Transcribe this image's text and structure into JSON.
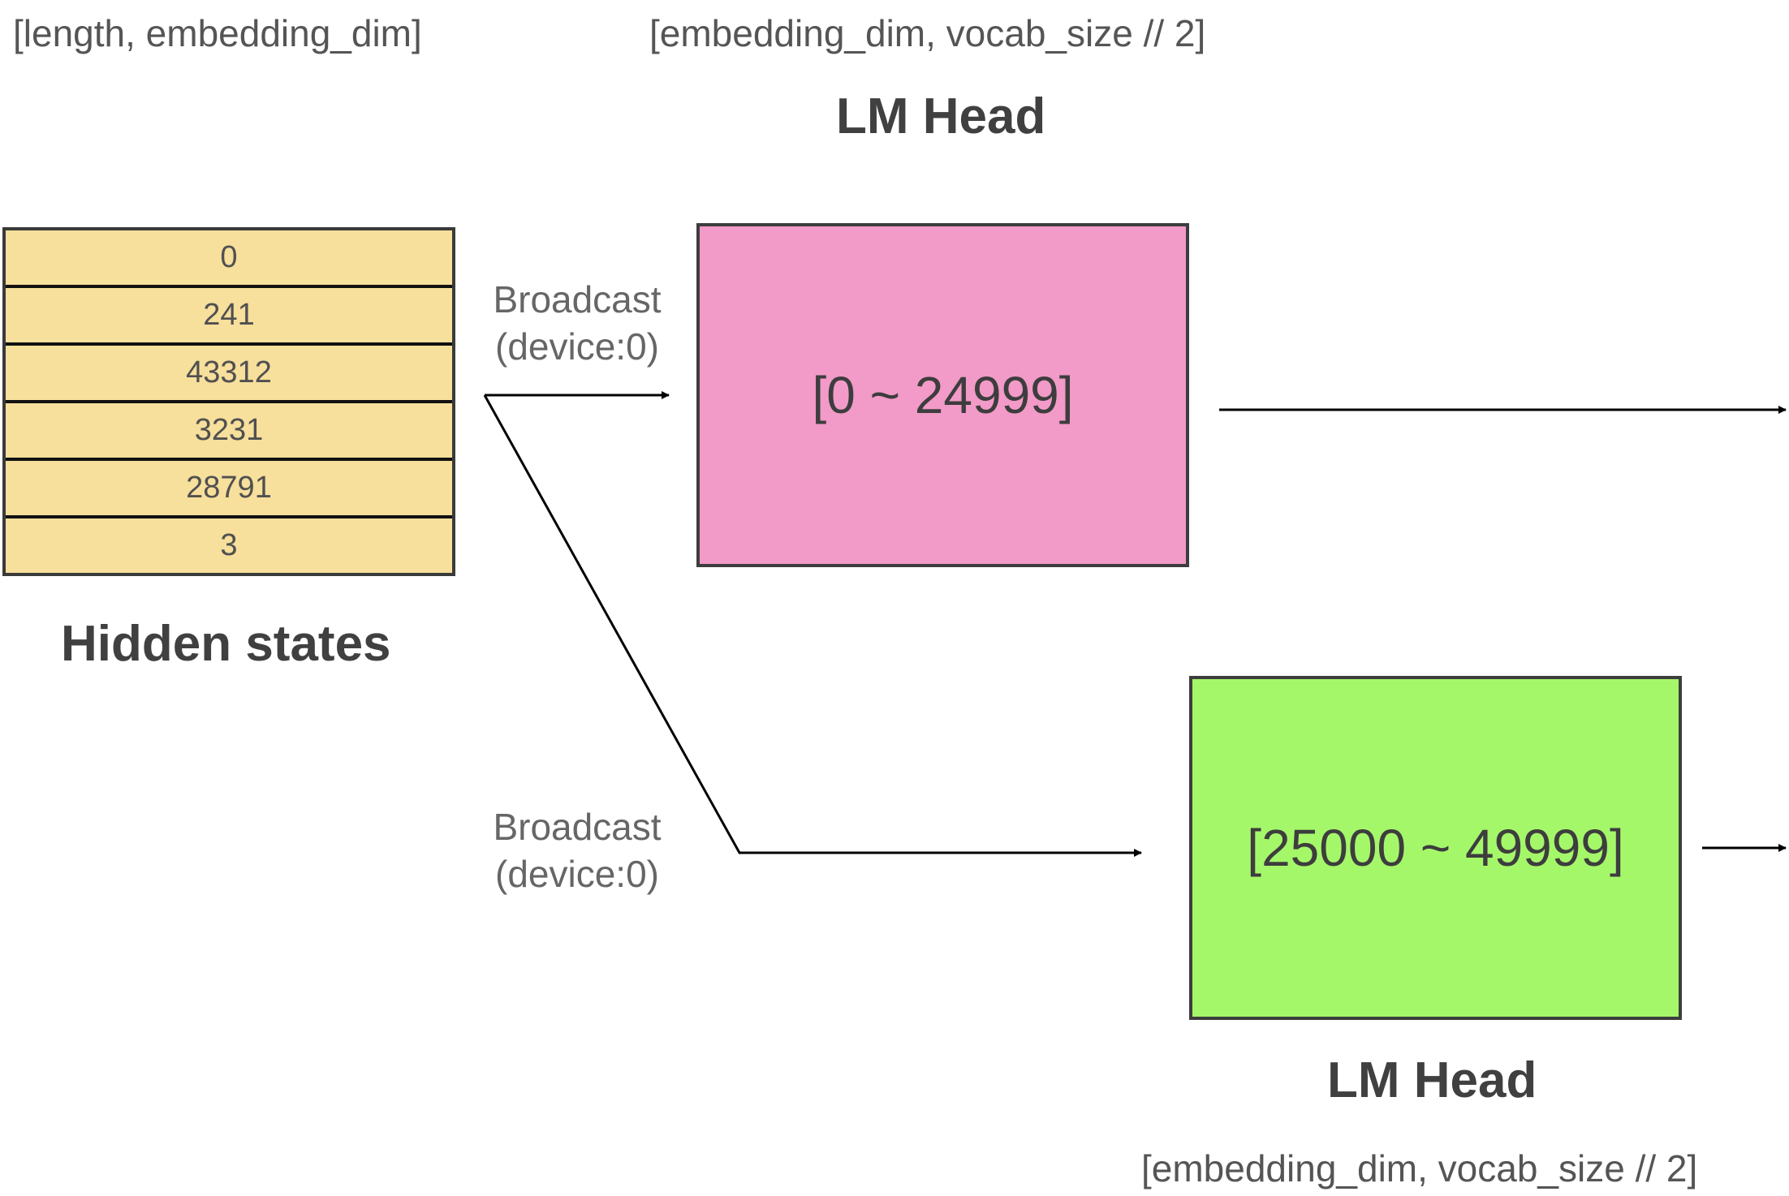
{
  "hidden_states": {
    "shape_label": "[length, embedding_dim]",
    "title": "Hidden states",
    "rows": [
      "0",
      "241",
      "43312",
      "3231",
      "28791",
      "3"
    ],
    "fill_color": "#f7df9c"
  },
  "lm_head_top": {
    "shape_label": "[embedding_dim, vocab_size // 2]",
    "title": "LM Head",
    "range_label": "[0 ~ 24999]",
    "fill_color": "#f29ac8"
  },
  "lm_head_bottom": {
    "shape_label": "[embedding_dim, vocab_size // 2]",
    "title": "LM Head",
    "range_label": "[25000 ~ 49999]",
    "fill_color": "#a5f76a"
  },
  "broadcast_top": {
    "line1": "Broadcast",
    "line2": "(device:0)"
  },
  "broadcast_bottom": {
    "line1": "Broadcast",
    "line2": "(device:0)"
  }
}
